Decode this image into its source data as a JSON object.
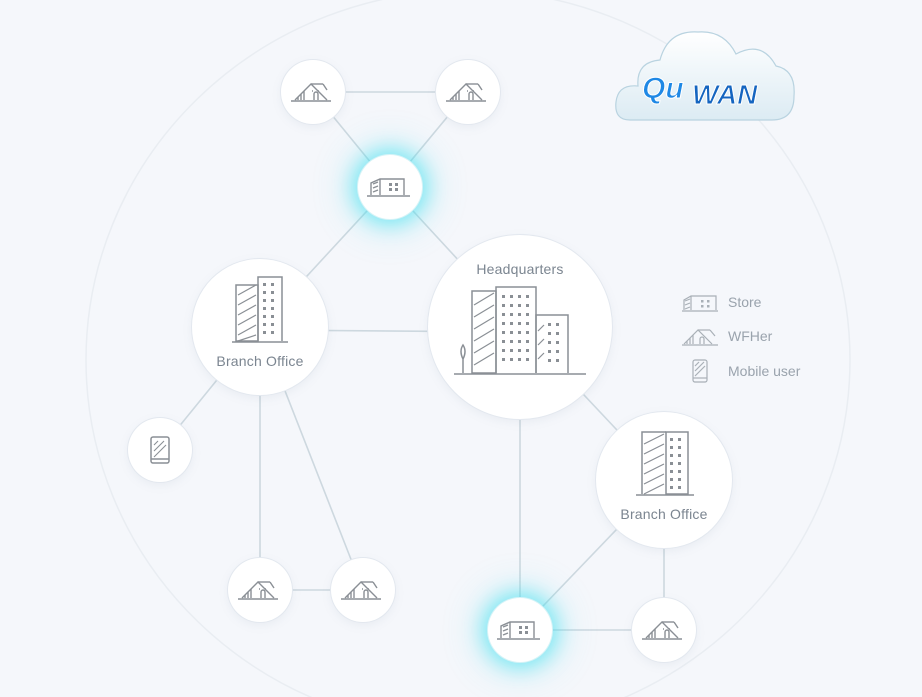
{
  "diagram": {
    "nodes": {
      "headquarters": {
        "label": "Headquarters"
      },
      "branch_office_left": {
        "label": "Branch Office"
      },
      "branch_office_right": {
        "label": "Branch Office"
      }
    },
    "legend": [
      {
        "icon": "store-icon",
        "label": "Store"
      },
      {
        "icon": "wfher-icon",
        "label": "WFHer"
      },
      {
        "icon": "mobile-user-icon",
        "label": "Mobile user"
      }
    ],
    "logo": {
      "text_left": "Qu",
      "text_right": "WAN"
    },
    "colors": {
      "background": "#f5f7fb",
      "link": "#cdd8df",
      "glow": "#40e0f0",
      "icon": "#8a8f95",
      "label": "#7b8590",
      "logo_blue": "#1565c0"
    }
  }
}
